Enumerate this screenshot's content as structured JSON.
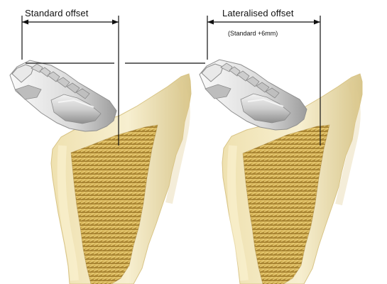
{
  "labels": {
    "standard_offset": "Standard offset",
    "lateralised_offset": "Lateralised offset",
    "lateralised_note": "(Standard +6mm)"
  },
  "colors": {
    "background": "#ffffff",
    "dimension_line": "#111111",
    "bone_light": "#f3e9c2",
    "bone_mid": "#e7d9a0",
    "bone_shadow": "#c7b57a",
    "porous_gold": "#c9a548",
    "porous_dark": "#9f7a27",
    "metal_light": "#f1f1f1",
    "metal_mid": "#c9c9c9",
    "metal_dark": "#8d8d8d"
  },
  "icons": {
    "standard_stem": "hip-stem-standard",
    "lateralised_stem": "hip-stem-lateralised"
  }
}
